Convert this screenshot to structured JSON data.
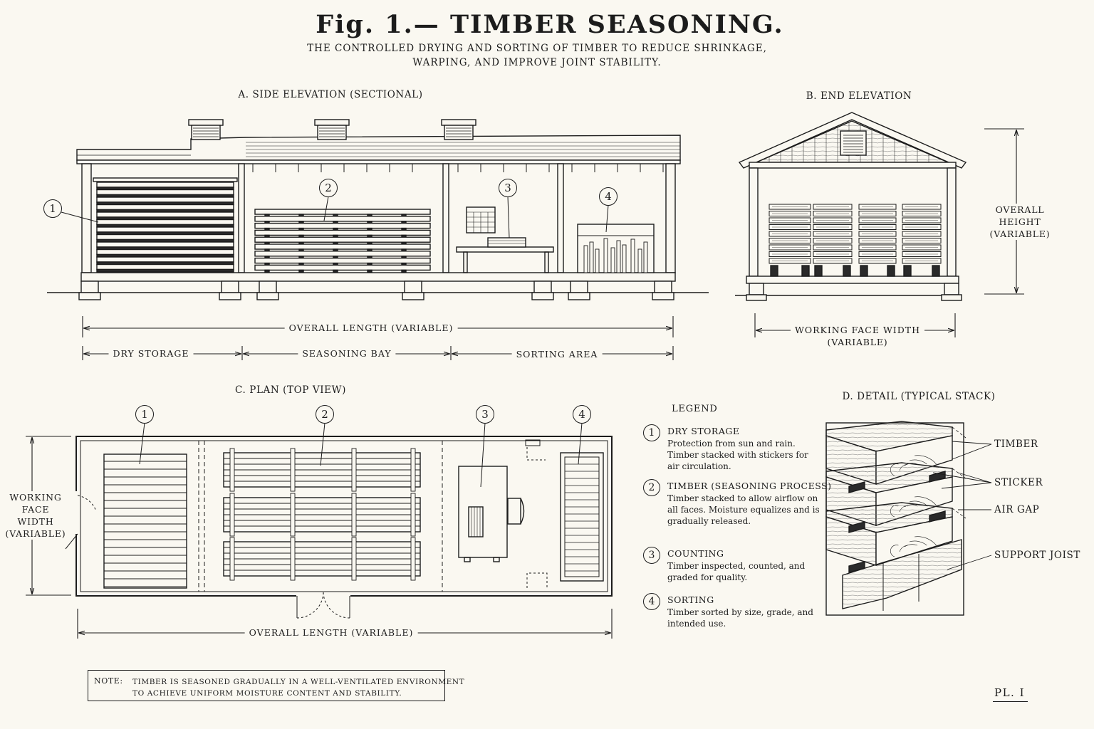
{
  "title": "Fig. 1.— TIMBER SEASONING.",
  "subtitle_line1": "THE CONTROLLED DRYING AND SORTING OF TIMBER TO REDUCE SHRINKAGE,",
  "subtitle_line2": "WARPING, AND IMPROVE JOINT STABILITY.",
  "views": {
    "side": {
      "title": "A. SIDE ELEVATION (SECTIONAL)",
      "overall_length": "OVERALL LENGTH (VARIABLE)",
      "zones": [
        "DRY STORAGE",
        "SEASONING BAY",
        "SORTING AREA"
      ],
      "callouts": [
        "1",
        "2",
        "3",
        "4"
      ]
    },
    "end": {
      "title": "B. END ELEVATION",
      "height_line1": "OVERALL",
      "height_line2": "HEIGHT",
      "height_line3": "(VARIABLE)",
      "width_line1": "WORKING FACE WIDTH",
      "width_line2": "(VARIABLE)"
    },
    "plan": {
      "title": "C. PLAN (TOP VIEW)",
      "width_line1": "WORKING",
      "width_line2": "FACE",
      "width_line3": "WIDTH",
      "width_line4": "(VARIABLE)",
      "overall_length": "OVERALL LENGTH (VARIABLE)",
      "callouts": [
        "1",
        "2",
        "3",
        "4"
      ]
    },
    "detail": {
      "title": "D. DETAIL (TYPICAL STACK)",
      "labels": [
        "TIMBER",
        "STICKER",
        "AIR GAP",
        "SUPPORT JOIST"
      ]
    }
  },
  "legend": {
    "title": "LEGEND",
    "items": [
      {
        "num": "1",
        "head": "DRY STORAGE",
        "desc": "Protection from sun and rain. Timber stacked with stickers for air circulation."
      },
      {
        "num": "2",
        "head": "TIMBER (SEASONING PROCESS)",
        "desc": "Timber stacked to allow airflow on all faces. Moisture equalizes and is gradually released."
      },
      {
        "num": "3",
        "head": "COUNTING",
        "desc": "Timber inspected, counted, and graded for quality."
      },
      {
        "num": "4",
        "head": "SORTING",
        "desc": "Timber sorted by size, grade, and intended use."
      }
    ]
  },
  "note": {
    "key": "NOTE:",
    "line1": "TIMBER IS SEASONED GRADUALLY IN A WELL-VENTILATED ENVIRONMENT",
    "line2": "TO ACHIEVE UNIFORM MOISTURE CONTENT AND STABILITY."
  },
  "plate": "PL. I"
}
